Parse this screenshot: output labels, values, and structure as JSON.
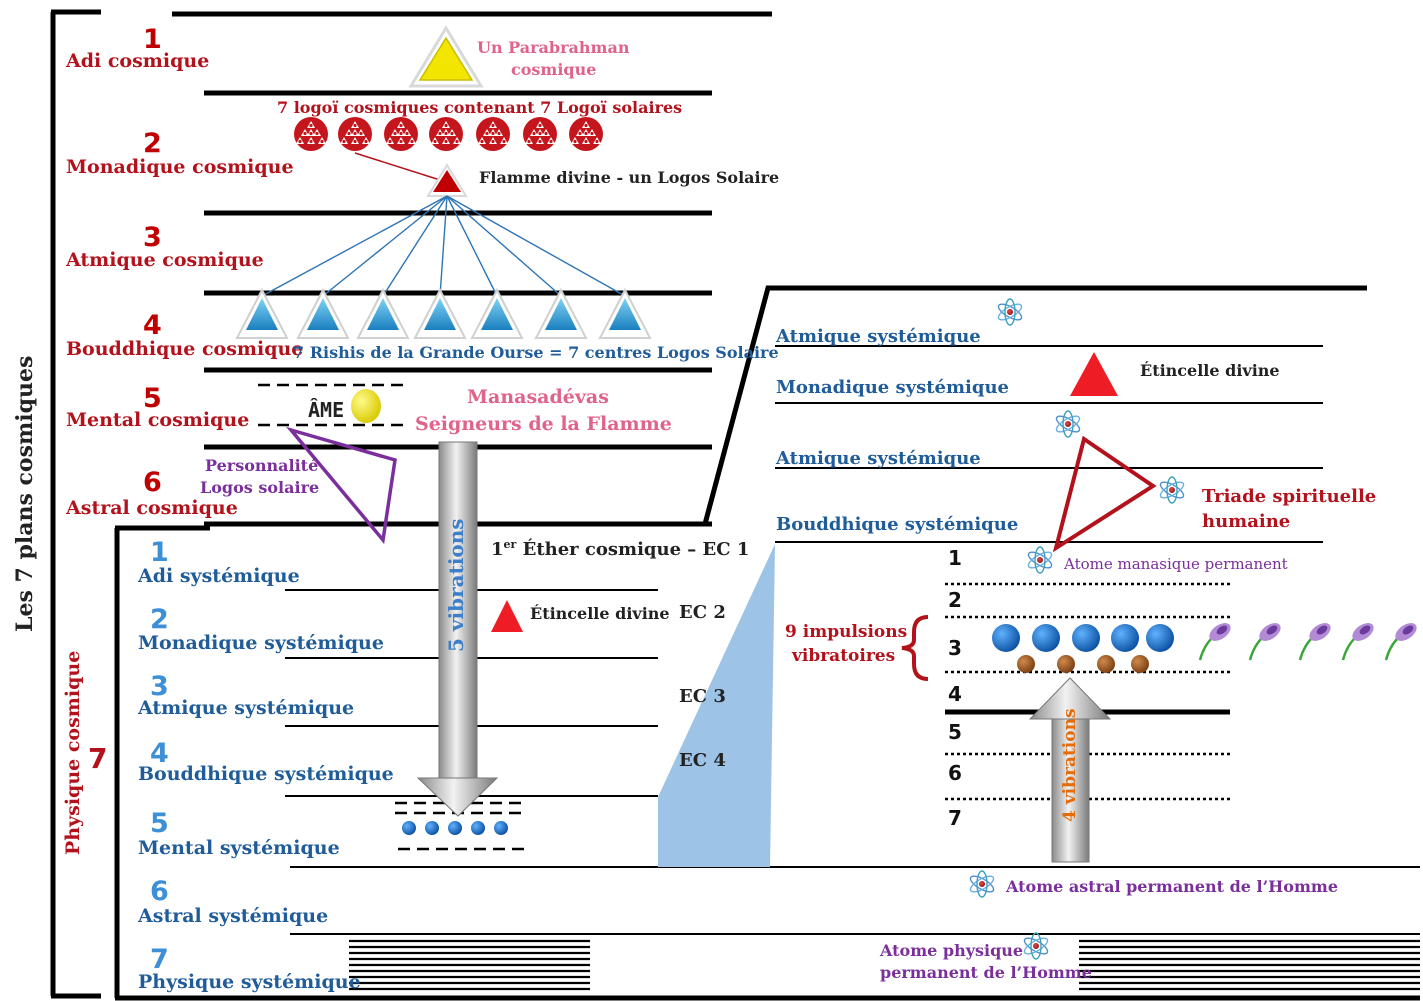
{
  "main_title": "Les 7 plans cosmiques",
  "physique_cosmique_label": "Physique cosmique",
  "physique_cosmique_number": "7",
  "cosmic_planes": [
    {
      "number": "1",
      "name": "Adi cosmique"
    },
    {
      "number": "2",
      "name": "Monadique cosmique"
    },
    {
      "number": "3",
      "name": "Atmique cosmique"
    },
    {
      "number": "4",
      "name": "Bouddhique cosmique"
    },
    {
      "number": "5",
      "name": "Mental cosmique"
    },
    {
      "number": "6",
      "name": "Astral cosmique"
    }
  ],
  "systemic_planes": [
    {
      "number": "1",
      "name": "Adi systémique"
    },
    {
      "number": "2",
      "name": "Monadique systémique"
    },
    {
      "number": "3",
      "name": "Atmique systémique"
    },
    {
      "number": "4",
      "name": "Bouddhique systémique"
    },
    {
      "number": "5",
      "name": "Mental systémique"
    },
    {
      "number": "6",
      "name": "Astral systémique"
    },
    {
      "number": "7",
      "name": "Physique systémique"
    }
  ],
  "labels": {
    "parabrahman": [
      "Un Parabrahman",
      "cosmique"
    ],
    "logoi": "7 logoï cosmiques contenant 7 Logoï solaires",
    "flamme": "Flamme divine - un Logos Solaire",
    "rishis": "7 Rishis de la Grande Ourse = 7 centres Logos Solaire",
    "ame": "ÂME",
    "manasadevas": [
      "Manasadévas",
      "Seigneurs de la Flamme"
    ],
    "personnalite": [
      "Personnalité",
      "Logos solaire"
    ],
    "cinq_vibrations": "5 vibrations",
    "ether_prefix": "1",
    "ether_sup": "er",
    "ether_rest": " Éther cosmique – EC 1",
    "etincelle_left": "Étincelle divine",
    "ec2": "EC 2",
    "ec3": "EC 3",
    "ec4": "EC 4",
    "right_planes": [
      "Atmique systémique",
      "Monadique systémique",
      "Atmique systémique",
      "Bouddhique systémique"
    ],
    "etincelle_right": "Étincelle divine",
    "triade": [
      "Triade spirituelle",
      "humaine"
    ],
    "atome_manasique": "Atome manasique permanent",
    "neuf_impulsions": [
      "9 impulsions",
      "vibratoires"
    ],
    "sub_numbers": [
      "1",
      "2",
      "3",
      "4",
      "5",
      "6",
      "7"
    ],
    "quatre_vibrations": "4 vibrations",
    "atome_astral": "Atome astral permanent de l’Homme",
    "atome_physique": [
      "Atome physique",
      "permanent de l’Homme"
    ]
  },
  "colors": {
    "cosmic_red": "#b3121c",
    "systemic_blue": "#1f5c99",
    "pink": "#e0638a",
    "purple": "#7a2f9c",
    "light_blue_fill": "#9dc3e6",
    "yellow": "#f2e600"
  },
  "icons": {
    "atom": "atom-icon",
    "triangle": "triangle-icon",
    "sphere": "sphere-icon",
    "flower": "flower-icon"
  }
}
